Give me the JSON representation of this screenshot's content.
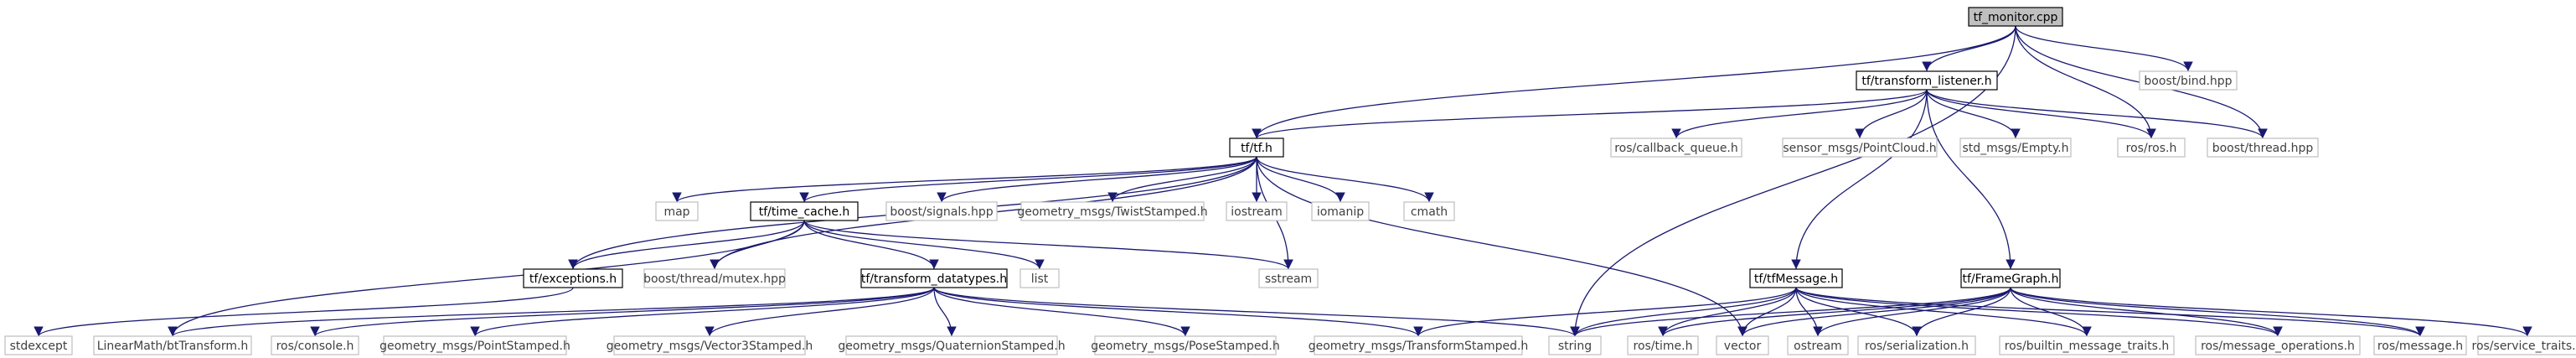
{
  "graph": {
    "nodes": [
      {
        "id": "tf_monitor_cpp",
        "label": "tf_monitor.cpp",
        "kind": "root"
      },
      {
        "id": "tf_transform_listener_h",
        "label": "tf/transform_listener.h",
        "kind": "internal"
      },
      {
        "id": "boost_bind_hpp",
        "label": "boost/bind.hpp",
        "kind": "external"
      },
      {
        "id": "tf_tf_h",
        "label": "tf/tf.h",
        "kind": "internal"
      },
      {
        "id": "ros_callback_queue_h",
        "label": "ros/callback_queue.h",
        "kind": "external"
      },
      {
        "id": "sensor_msgs_pointcloud_h",
        "label": "sensor_msgs/PointCloud.h",
        "kind": "external"
      },
      {
        "id": "std_msgs_empty_h",
        "label": "std_msgs/Empty.h",
        "kind": "external"
      },
      {
        "id": "ros_ros_h",
        "label": "ros/ros.h",
        "kind": "external"
      },
      {
        "id": "boost_thread_hpp",
        "label": "boost/thread.hpp",
        "kind": "external"
      },
      {
        "id": "map",
        "label": "map",
        "kind": "external"
      },
      {
        "id": "tf_time_cache_h",
        "label": "tf/time_cache.h",
        "kind": "internal"
      },
      {
        "id": "boost_signals_hpp",
        "label": "boost/signals.hpp",
        "kind": "external"
      },
      {
        "id": "geometry_msgs_twiststamped_h",
        "label": "geometry_msgs/TwistStamped.h",
        "kind": "external"
      },
      {
        "id": "iostream",
        "label": "iostream",
        "kind": "external"
      },
      {
        "id": "iomanip",
        "label": "iomanip",
        "kind": "external"
      },
      {
        "id": "cmath",
        "label": "cmath",
        "kind": "external"
      },
      {
        "id": "tf_exceptions_h",
        "label": "tf/exceptions.h",
        "kind": "internal"
      },
      {
        "id": "boost_thread_mutex_hpp",
        "label": "boost/thread/mutex.hpp",
        "kind": "external"
      },
      {
        "id": "list",
        "label": "list",
        "kind": "external"
      },
      {
        "id": "sstream",
        "label": "sstream",
        "kind": "external"
      },
      {
        "id": "tf_transform_datatypes_h",
        "label": "tf/transform_datatypes.h",
        "kind": "internal"
      },
      {
        "id": "tf_tfmessage_h",
        "label": "tf/tfMessage.h",
        "kind": "internal"
      },
      {
        "id": "tf_framegraph_h",
        "label": "tf/FrameGraph.h",
        "kind": "internal"
      },
      {
        "id": "stdexcept",
        "label": "stdexcept",
        "kind": "external"
      },
      {
        "id": "linearmath_bttransform_h",
        "label": "LinearMath/btTransform.h",
        "kind": "external"
      },
      {
        "id": "ros_console_h",
        "label": "ros/console.h",
        "kind": "external"
      },
      {
        "id": "geometry_msgs_pointstamped_h",
        "label": "geometry_msgs/PointStamped.h",
        "kind": "external"
      },
      {
        "id": "geometry_msgs_vector3stamped_h",
        "label": "geometry_msgs/Vector3Stamped.h",
        "kind": "external"
      },
      {
        "id": "geometry_msgs_quaternionstamped_h",
        "label": "geometry_msgs/QuaternionStamped.h",
        "kind": "external"
      },
      {
        "id": "geometry_msgs_posestamped_h",
        "label": "geometry_msgs/PoseStamped.h",
        "kind": "external"
      },
      {
        "id": "geometry_msgs_transformstamped_h",
        "label": "geometry_msgs/TransformStamped.h",
        "kind": "external"
      },
      {
        "id": "string",
        "label": "string",
        "kind": "external"
      },
      {
        "id": "ros_time_h",
        "label": "ros/time.h",
        "kind": "external"
      },
      {
        "id": "vector",
        "label": "vector",
        "kind": "external"
      },
      {
        "id": "ostream",
        "label": "ostream",
        "kind": "external"
      },
      {
        "id": "ros_serialization_h",
        "label": "ros/serialization.h",
        "kind": "external"
      },
      {
        "id": "ros_builtin_message_traits_h",
        "label": "ros/builtin_message_traits.h",
        "kind": "external"
      },
      {
        "id": "ros_message_operations_h",
        "label": "ros/message_operations.h",
        "kind": "external"
      },
      {
        "id": "ros_message_h",
        "label": "ros/message.h",
        "kind": "external"
      },
      {
        "id": "ros_service_traits_h",
        "label": "ros/service_traits.h",
        "kind": "external"
      }
    ],
    "edges": [
      [
        "tf_monitor_cpp",
        "tf_transform_listener_h"
      ],
      [
        "tf_monitor_cpp",
        "boost_bind_hpp"
      ],
      [
        "tf_monitor_cpp",
        "tf_tf_h"
      ],
      [
        "tf_monitor_cpp",
        "string"
      ],
      [
        "tf_monitor_cpp",
        "ros_ros_h"
      ],
      [
        "tf_monitor_cpp",
        "boost_thread_hpp"
      ],
      [
        "tf_transform_listener_h",
        "tf_tf_h"
      ],
      [
        "tf_transform_listener_h",
        "ros_callback_queue_h"
      ],
      [
        "tf_transform_listener_h",
        "sensor_msgs_pointcloud_h"
      ],
      [
        "tf_transform_listener_h",
        "std_msgs_empty_h"
      ],
      [
        "tf_transform_listener_h",
        "ros_ros_h"
      ],
      [
        "tf_transform_listener_h",
        "boost_thread_hpp"
      ],
      [
        "tf_transform_listener_h",
        "tf_tfmessage_h"
      ],
      [
        "tf_transform_listener_h",
        "tf_framegraph_h"
      ],
      [
        "tf_tf_h",
        "map"
      ],
      [
        "tf_tf_h",
        "tf_time_cache_h"
      ],
      [
        "tf_tf_h",
        "boost_signals_hpp"
      ],
      [
        "tf_tf_h",
        "geometry_msgs_twiststamped_h"
      ],
      [
        "tf_tf_h",
        "iostream"
      ],
      [
        "tf_tf_h",
        "iomanip"
      ],
      [
        "tf_tf_h",
        "cmath"
      ],
      [
        "tf_tf_h",
        "tf_exceptions_h"
      ],
      [
        "tf_tf_h",
        "boost_thread_mutex_hpp"
      ],
      [
        "tf_tf_h",
        "sstream"
      ],
      [
        "tf_tf_h",
        "vector"
      ],
      [
        "tf_time_cache_h",
        "tf_exceptions_h"
      ],
      [
        "tf_time_cache_h",
        "boost_thread_mutex_hpp"
      ],
      [
        "tf_time_cache_h",
        "tf_transform_datatypes_h"
      ],
      [
        "tf_time_cache_h",
        "list"
      ],
      [
        "tf_time_cache_h",
        "sstream"
      ],
      [
        "tf_time_cache_h",
        "linearmath_bttransform_h"
      ],
      [
        "tf_exceptions_h",
        "stdexcept"
      ],
      [
        "tf_transform_datatypes_h",
        "linearmath_bttransform_h"
      ],
      [
        "tf_transform_datatypes_h",
        "ros_console_h"
      ],
      [
        "tf_transform_datatypes_h",
        "geometry_msgs_pointstamped_h"
      ],
      [
        "tf_transform_datatypes_h",
        "geometry_msgs_vector3stamped_h"
      ],
      [
        "tf_transform_datatypes_h",
        "geometry_msgs_quaternionstamped_h"
      ],
      [
        "tf_transform_datatypes_h",
        "geometry_msgs_posestamped_h"
      ],
      [
        "tf_transform_datatypes_h",
        "geometry_msgs_transformstamped_h"
      ],
      [
        "tf_transform_datatypes_h",
        "string"
      ],
      [
        "tf_tfmessage_h",
        "string"
      ],
      [
        "tf_tfmessage_h",
        "vector"
      ],
      [
        "tf_tfmessage_h",
        "ostream"
      ],
      [
        "tf_tfmessage_h",
        "ros_serialization_h"
      ],
      [
        "tf_tfmessage_h",
        "ros_builtin_message_traits_h"
      ],
      [
        "tf_tfmessage_h",
        "ros_message_operations_h"
      ],
      [
        "tf_tfmessage_h",
        "ros_message_h"
      ],
      [
        "tf_tfmessage_h",
        "ros_time_h"
      ],
      [
        "tf_tfmessage_h",
        "geometry_msgs_transformstamped_h"
      ],
      [
        "tf_framegraph_h",
        "string"
      ],
      [
        "tf_framegraph_h",
        "vector"
      ],
      [
        "tf_framegraph_h",
        "ostream"
      ],
      [
        "tf_framegraph_h",
        "ros_serialization_h"
      ],
      [
        "tf_framegraph_h",
        "ros_builtin_message_traits_h"
      ],
      [
        "tf_framegraph_h",
        "ros_message_operations_h"
      ],
      [
        "tf_framegraph_h",
        "ros_message_h"
      ],
      [
        "tf_framegraph_h",
        "ros_time_h"
      ],
      [
        "tf_framegraph_h",
        "ros_service_traits_h"
      ]
    ]
  }
}
